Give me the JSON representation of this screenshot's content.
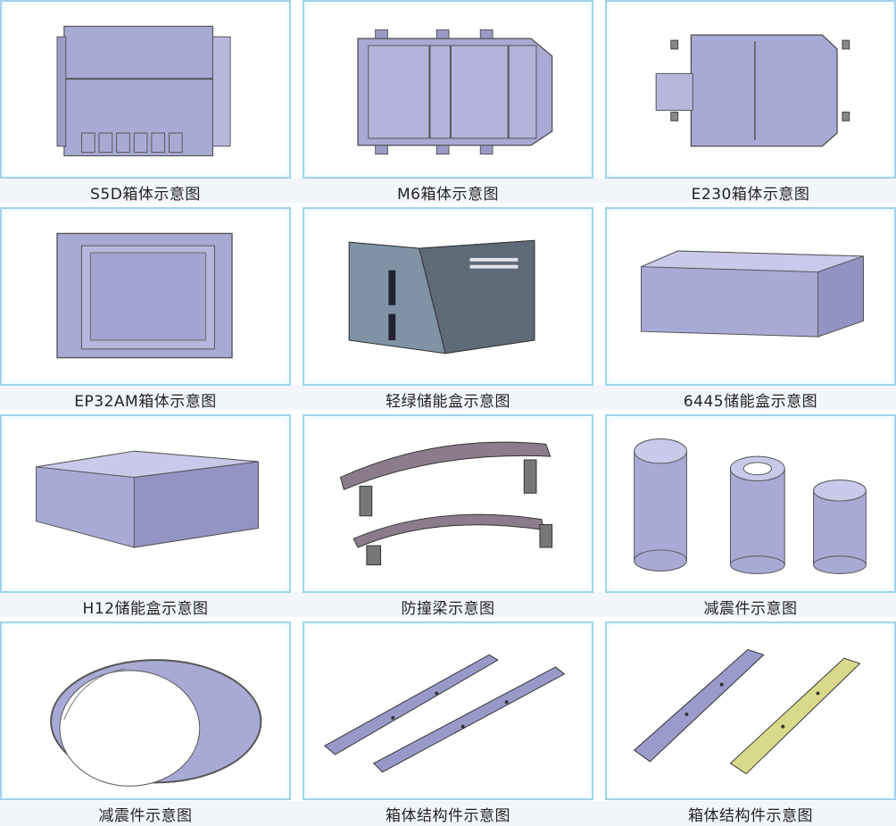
{
  "items": [
    {
      "caption": "S5D箱体示意图",
      "icon": "battery-box-plan"
    },
    {
      "caption": "M6箱体示意图",
      "icon": "battery-box-plan"
    },
    {
      "caption": "E230箱体示意图",
      "icon": "battery-box-plan"
    },
    {
      "caption": "EP32AM箱体示意图",
      "icon": "battery-box-frame"
    },
    {
      "caption": "轻绿储能盒示意图",
      "icon": "storage-box-3d"
    },
    {
      "caption": "6445储能盒示意图",
      "icon": "open-box-3d"
    },
    {
      "caption": "H12储能盒示意图",
      "icon": "open-box-3d"
    },
    {
      "caption": "防撞梁示意图",
      "icon": "bumper-beam"
    },
    {
      "caption": "减震件示意图",
      "icon": "damper-cylinders"
    },
    {
      "caption": "减震件示意图",
      "icon": "damper-ring"
    },
    {
      "caption": "箱体结构件示意图",
      "icon": "rail-parts"
    },
    {
      "caption": "箱体结构件示意图",
      "icon": "rail-parts"
    }
  ],
  "colors": {
    "border": "#9fd3ee",
    "part": "#a9a9d6",
    "part_dark": "#6b6b99",
    "accent": "#d8d98a"
  }
}
